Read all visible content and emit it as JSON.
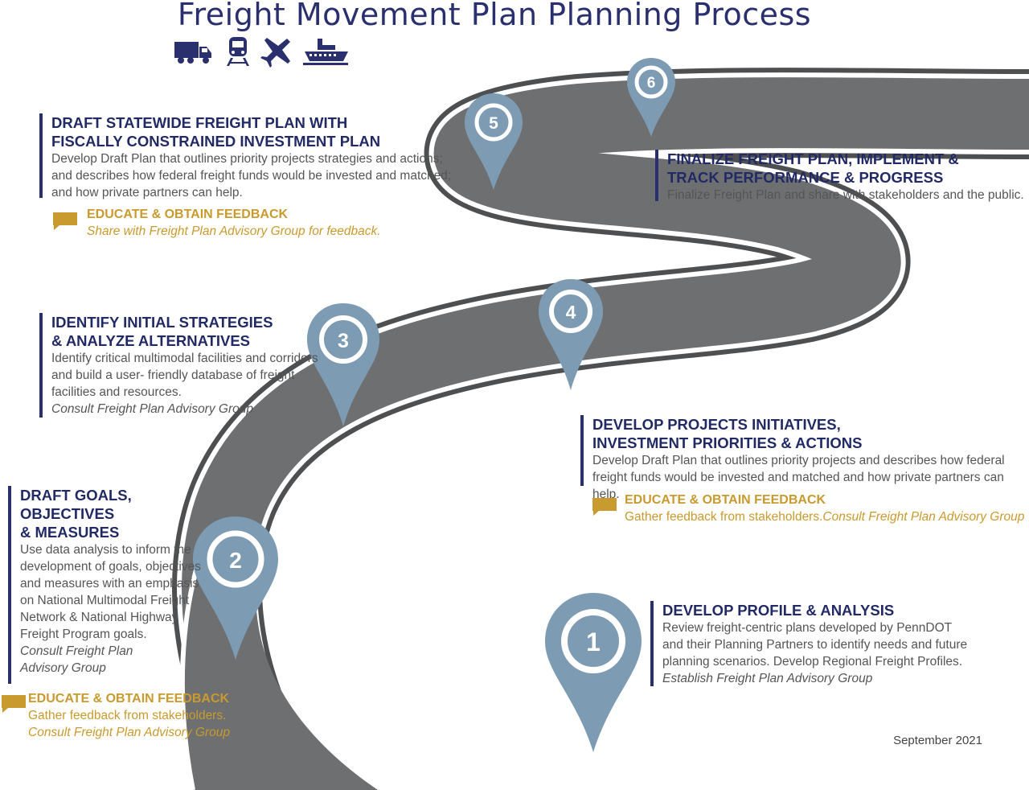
{
  "title": "Freight Movement Plan Planning Process",
  "mode_icons": [
    "truck-icon",
    "train-icon",
    "airplane-icon",
    "ship-icon"
  ],
  "colors": {
    "navy": "#2a2f6e",
    "gold": "#c99a2e",
    "pin": "#7d9bb3",
    "road": "#6d6e70"
  },
  "steps": [
    {
      "number": "1",
      "heading": "DEVELOP PROFILE & ANALYSIS",
      "description": "Review freight-centric plans developed by PennDOT\nand their Planning Partners to identify needs and future\nplanning scenarios. Develop Regional Freight Profiles.",
      "note": "Establish Freight Plan Advisory Group"
    },
    {
      "number": "2",
      "heading": "DRAFT GOALS,\nOBJECTIVES\n& MEASURES",
      "description": "Use data analysis to inform the\ndevelopment of goals, objectives\nand measures with an emphasis\non National Multimodal Freight\nNetwork & National Highway\nFreight Program goals.",
      "note": "Consult Freight Plan\nAdvisory Group",
      "feedback": {
        "title": "EDUCATE & OBTAIN FEEDBACK",
        "text_plain": "Gather feedback from stakeholders.",
        "text_italic": "\nConsult Freight Plan Advisory Group"
      }
    },
    {
      "number": "3",
      "heading": "IDENTIFY INITIAL STRATEGIES\n& ANALYZE ALTERNATIVES",
      "description": "Identify critical multimodal facilities and corridors\nand build a user- friendly database of freight\nfacilities and resources.",
      "note": "Consult Freight Plan Advisory Group"
    },
    {
      "number": "4",
      "heading": "DEVELOP PROJECTS INITIATIVES,\nINVESTMENT PRIORITIES & ACTIONS",
      "description": "Develop Draft Plan that outlines priority projects and describes how federal\nfreight funds would be invested and matched and how private partners can help.",
      "feedback": {
        "title": "EDUCATE & OBTAIN FEEDBACK",
        "text_plain": "Gather feedback from stakeholders.",
        "text_italic": "Consult Freight Plan Advisory Group"
      }
    },
    {
      "number": "5",
      "heading": "DRAFT STATEWIDE FREIGHT PLAN WITH\nFISCALLY CONSTRAINED INVESTMENT PLAN",
      "description": "Develop Draft Plan that outlines priority projects strategies and actions;\nand describes how federal freight funds would be invested and matched;\nand how private partners can help.",
      "feedback": {
        "title": "EDUCATE & OBTAIN FEEDBACK",
        "text_plain": "",
        "text_italic": "Share with Freight Plan Advisory Group for feedback."
      }
    },
    {
      "number": "6",
      "heading": "FINALIZE FREIGHT PLAN, IMPLEMENT &\nTRACK PERFORMANCE & PROGRESS",
      "description": "Finalize Freight Plan and share with stakeholders and the public."
    }
  ],
  "date": "September 2021"
}
